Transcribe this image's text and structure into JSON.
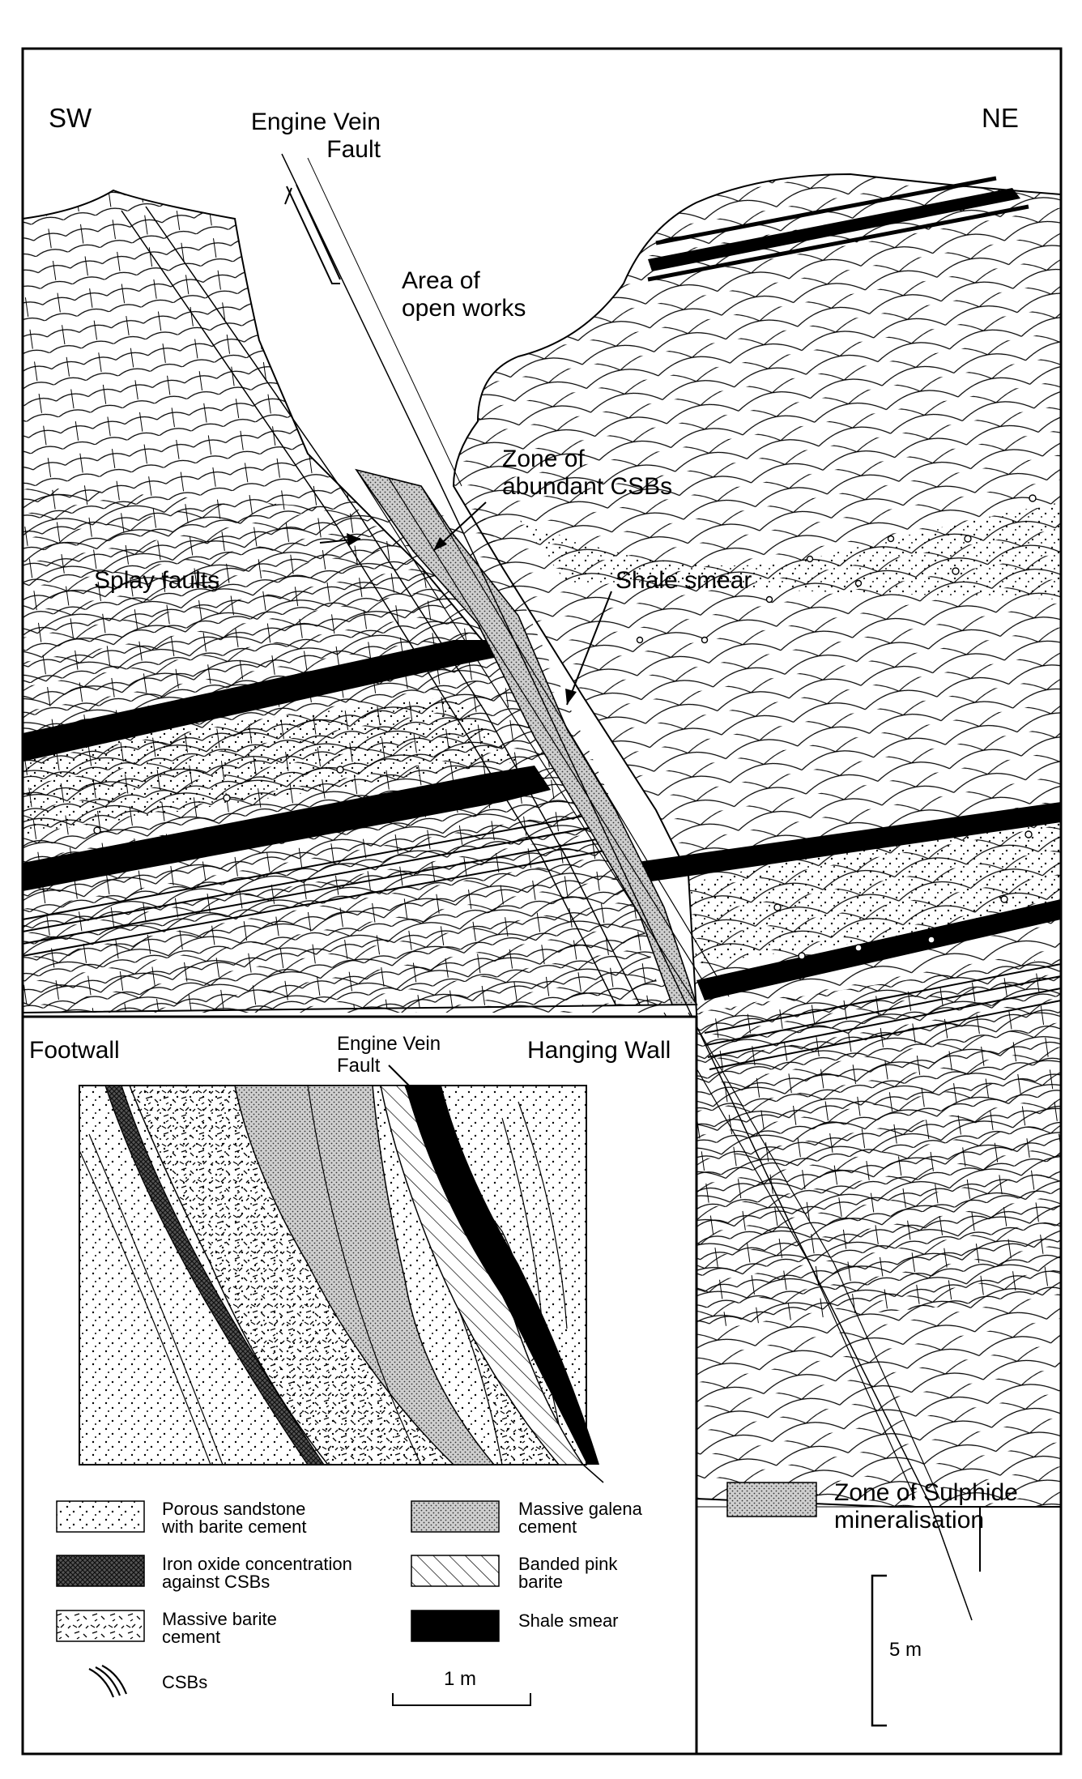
{
  "main_section": {
    "labels": {
      "sw": "SW",
      "ne": "NE",
      "engine_vein_fault": "Engine Vein\nFault",
      "open_works": "Area of\nopen works",
      "zone_csbs": "Zone of\nabundant CSBs",
      "splay_faults": "Splay faults",
      "shale_smear": "Shale smear"
    }
  },
  "inset": {
    "footwall": "Footwall",
    "engine_vein_fault": "Engine Vein\nFault",
    "hanging_wall": "Hanging Wall",
    "scale": "1 m"
  },
  "legend": {
    "items": [
      {
        "pattern": "dots",
        "label": "Porous sandstone\nwith barite cement"
      },
      {
        "pattern": "dark-crosshatch",
        "label": "Iron oxide concentration\nagainst CSBs"
      },
      {
        "pattern": "dashes",
        "label": "Massive barite\ncement"
      },
      {
        "pattern": "csb-lines",
        "label": "CSBs"
      },
      {
        "pattern": "fine-stipple",
        "label": "Massive galena\ncement"
      },
      {
        "pattern": "diagonal-hatch",
        "label": "Banded pink\nbarite"
      },
      {
        "pattern": "solid-black",
        "label": "Shale smear"
      }
    ]
  },
  "right_legend": {
    "zone_label": "Zone of Sulphide\nmineralisation",
    "scale": "5 m"
  }
}
